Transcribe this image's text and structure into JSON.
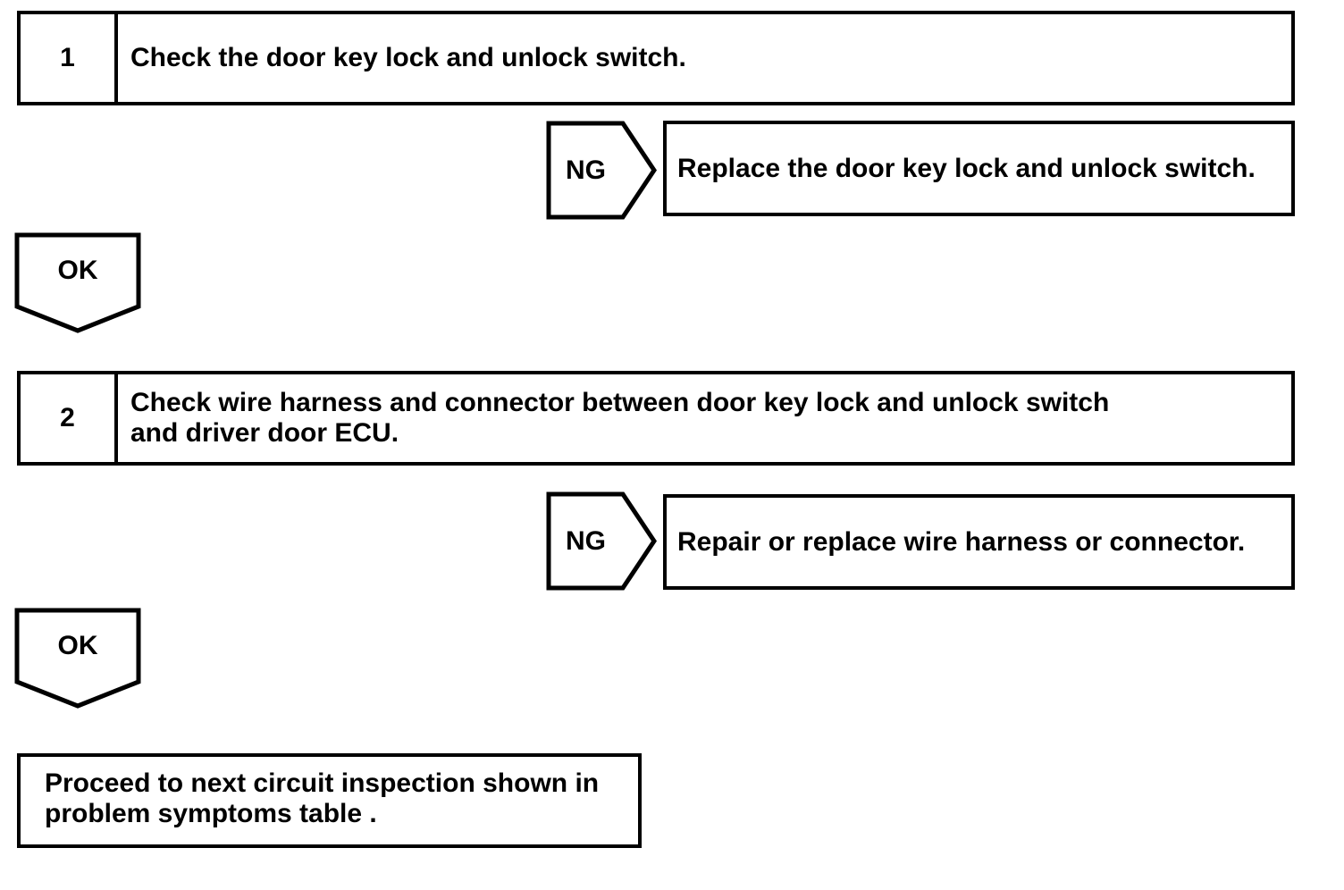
{
  "flowchart": {
    "colors": {
      "background": "#ffffff",
      "line": "#000000",
      "text": "#000000"
    },
    "ng_label": "NG",
    "ok_label": "OK",
    "steps": [
      {
        "number": "1",
        "instruction": "Check the door key lock and unlock switch.",
        "lines": [
          "Check the door key lock and unlock switch."
        ]
      },
      {
        "number": "2",
        "instruction": "Check wire harness and connector between door key lock and unlock switch and driver door ECU.",
        "lines": [
          "Check wire harness and connector between door key lock and unlock switch",
          "and driver door ECU."
        ]
      }
    ],
    "ng_results": [
      "Replace the door key lock and unlock switch.",
      "Repair or replace wire harness or connector."
    ],
    "final_box": {
      "text": "Proceed to next circuit inspection shown in problem symptoms table .",
      "lines": [
        "Proceed to next circuit inspection shown in",
        "problem symptoms table ."
      ]
    }
  }
}
